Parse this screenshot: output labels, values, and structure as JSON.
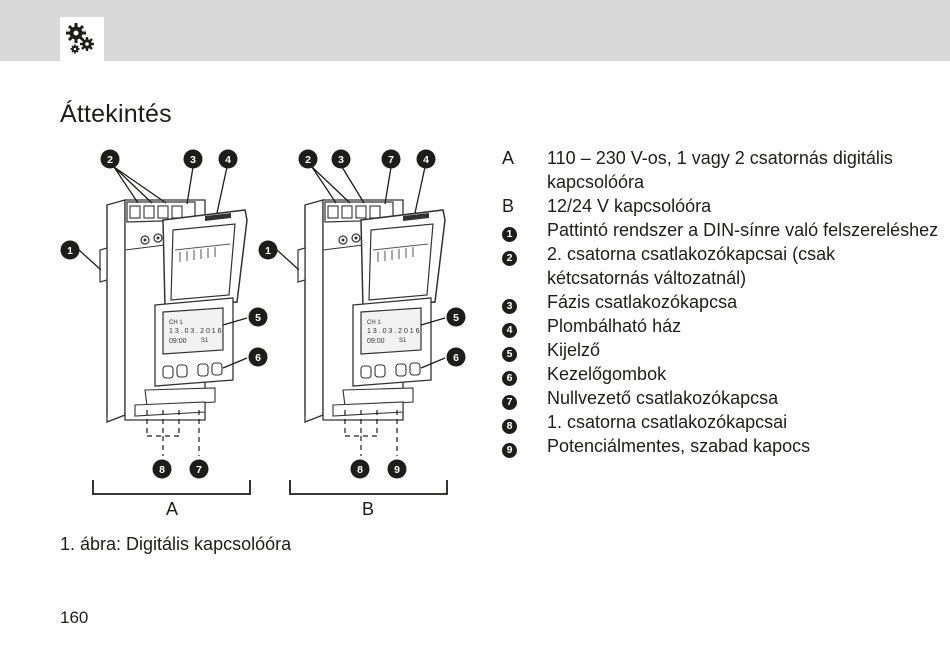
{
  "header": {
    "icon": "gears-icon"
  },
  "page": {
    "title": "Áttekintés",
    "caption": "1. ábra: Digitális kapcsolóóra",
    "page_number": "160"
  },
  "figure": {
    "device_a": {
      "letter": "A",
      "top_callouts": [
        "2",
        "3",
        "4"
      ],
      "side_callout": "1",
      "right_callouts": [
        "5",
        "6"
      ],
      "bottom_callouts": [
        "8",
        "7"
      ],
      "display": {
        "channel": "CH 1",
        "date": "1 3 . 0 3 . 2 0 1 6",
        "time": "09:00",
        "status": "S1"
      }
    },
    "device_b": {
      "letter": "B",
      "top_callouts": [
        "2",
        "3",
        "7",
        "4"
      ],
      "side_callout": "1",
      "right_callouts": [
        "5",
        "6"
      ],
      "bottom_callouts": [
        "8",
        "9"
      ],
      "display": {
        "channel": "CH 1",
        "date": "1 3 . 0 3 . 2 0 1 6",
        "time": "09:00",
        "status": "S1"
      }
    }
  },
  "legend": [
    {
      "key": "A",
      "type": "letter",
      "text": "110 – 230 V-os, 1 vagy 2 csatornás digitális kapcsolóóra"
    },
    {
      "key": "B",
      "type": "letter",
      "text": "12/24 V kapcsolóóra"
    },
    {
      "key": "1",
      "type": "number",
      "text": "Pattintó rendszer a DIN-sínre való felszereléshez"
    },
    {
      "key": "2",
      "type": "number",
      "text": "2. csatorna csatlakozókapcsai (csak kétcsatornás változatnál)"
    },
    {
      "key": "3",
      "type": "number",
      "text": "Fázis csatlakozókapcsa"
    },
    {
      "key": "4",
      "type": "number",
      "text": "Plombálható ház"
    },
    {
      "key": "5",
      "type": "number",
      "text": "Kijelző"
    },
    {
      "key": "6",
      "type": "number",
      "text": "Kezelőgombok"
    },
    {
      "key": "7",
      "type": "number",
      "text": "Nullvezető csatlakozókapcsa"
    },
    {
      "key": "8",
      "type": "number",
      "text": "1. csatorna csatlakozókapcsai"
    },
    {
      "key": "9",
      "type": "number",
      "text": "Potenciálmentes, szabad kapocs"
    }
  ]
}
